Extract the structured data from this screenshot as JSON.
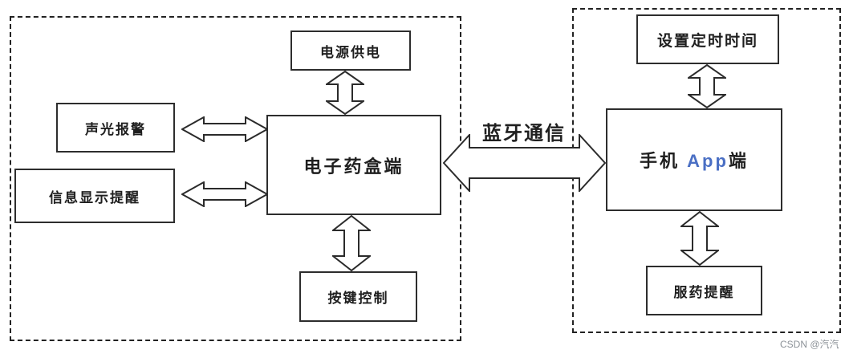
{
  "colors": {
    "line": "#2b2b2b",
    "text": "#1f1f1f",
    "app_text": "#4a6fc4",
    "watermark": "#8b9197",
    "background": "#ffffff"
  },
  "left_group": {
    "power": "电源供电",
    "alarm": "声光报警",
    "info_display": "信息显示提醒",
    "main": "电子药盒端",
    "key_control": "按键控制"
  },
  "link": {
    "label": "蓝牙通信"
  },
  "right_group": {
    "set_time": "设置定时时间",
    "main_prefix": "手机 ",
    "main_app": "App",
    "main_suffix": "端",
    "med_reminder": "服药提醒"
  },
  "watermark": "CSDN @汽汽"
}
